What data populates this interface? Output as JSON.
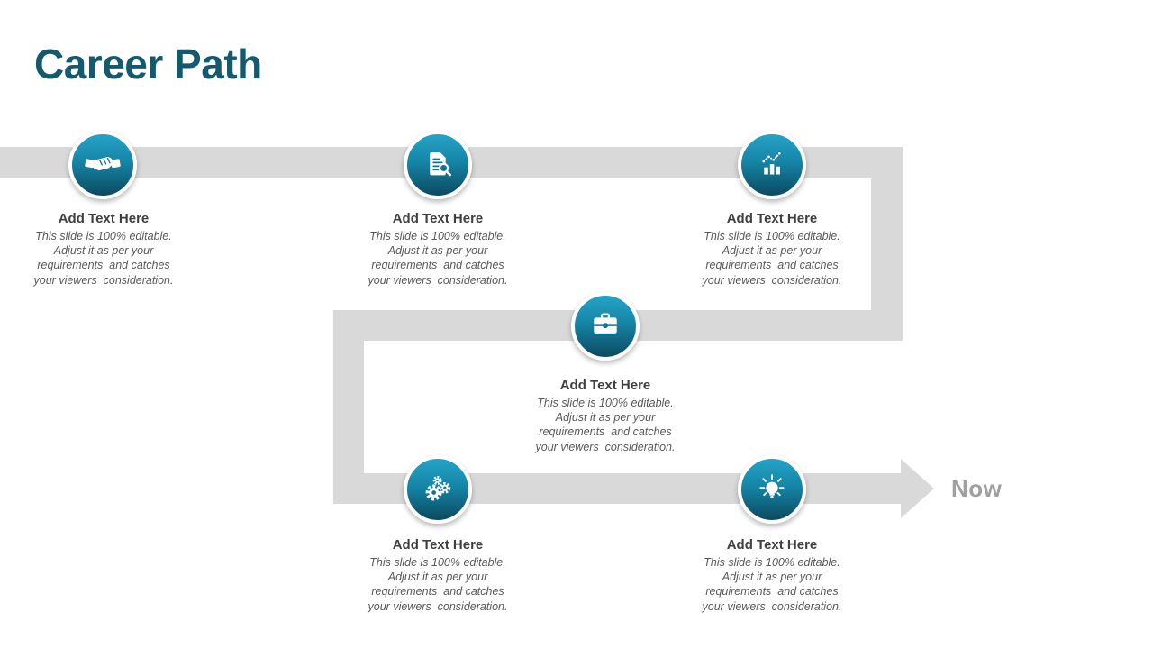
{
  "slide": {
    "title": "Career Path",
    "now_label": "Now",
    "colors": {
      "title_text": "#14596D",
      "path_gray": "#D9D9D9",
      "circle_gradient_top": "#25A3C7",
      "circle_gradient_bottom": "#0B4A60",
      "heading_text": "#3F3F3F",
      "body_text": "#595959",
      "now_text": "#A0A0A0"
    },
    "nodes": [
      {
        "icon": "handshake-icon",
        "heading": "Add Text Here",
        "body": "This slide is 100% editable.\nAdjust it as per your\nrequirements  and catches\nyour viewers  consideration."
      },
      {
        "icon": "document-search-icon",
        "heading": "Add Text Here",
        "body": "This slide is 100% editable.\nAdjust it as per your\nrequirements  and catches\nyour viewers  consideration."
      },
      {
        "icon": "growth-chart-icon",
        "heading": "Add Text Here",
        "body": "This slide is 100% editable.\nAdjust it as per your\nrequirements  and catches\nyour viewers  consideration."
      },
      {
        "icon": "briefcase-icon",
        "heading": "Add Text Here",
        "body": "This slide is 100% editable.\nAdjust it as per your\nrequirements  and catches\nyour viewers  consideration."
      },
      {
        "icon": "gears-icon",
        "heading": "Add Text Here",
        "body": "This slide is 100% editable.\nAdjust it as per your\nrequirements  and catches\nyour viewers  consideration."
      },
      {
        "icon": "idea-bulb-icon",
        "heading": "Add Text Here",
        "body": "This slide is 100% editable.\nAdjust it as per your\nrequirements  and catches\nyour viewers  consideration."
      }
    ]
  }
}
